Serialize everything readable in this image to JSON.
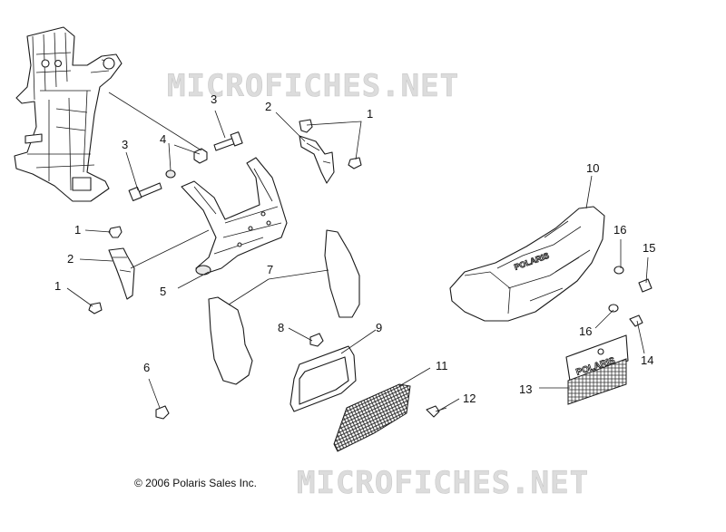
{
  "watermark": "MICROFICHES.NET",
  "copyright": "© 2006 Polaris Sales Inc.",
  "brand_text": "POLARIS",
  "callouts": {
    "c1a": "1",
    "c1b": "1",
    "c1c": "1",
    "c2a": "2",
    "c2b": "2",
    "c3a": "3",
    "c3b": "3",
    "c4": "4",
    "c5": "5",
    "c6": "6",
    "c7": "7",
    "c8": "8",
    "c9": "9",
    "c10": "10",
    "c11": "11",
    "c12": "12",
    "c13": "13",
    "c14": "14",
    "c15": "15",
    "c16a": "16",
    "c16b": "16"
  }
}
